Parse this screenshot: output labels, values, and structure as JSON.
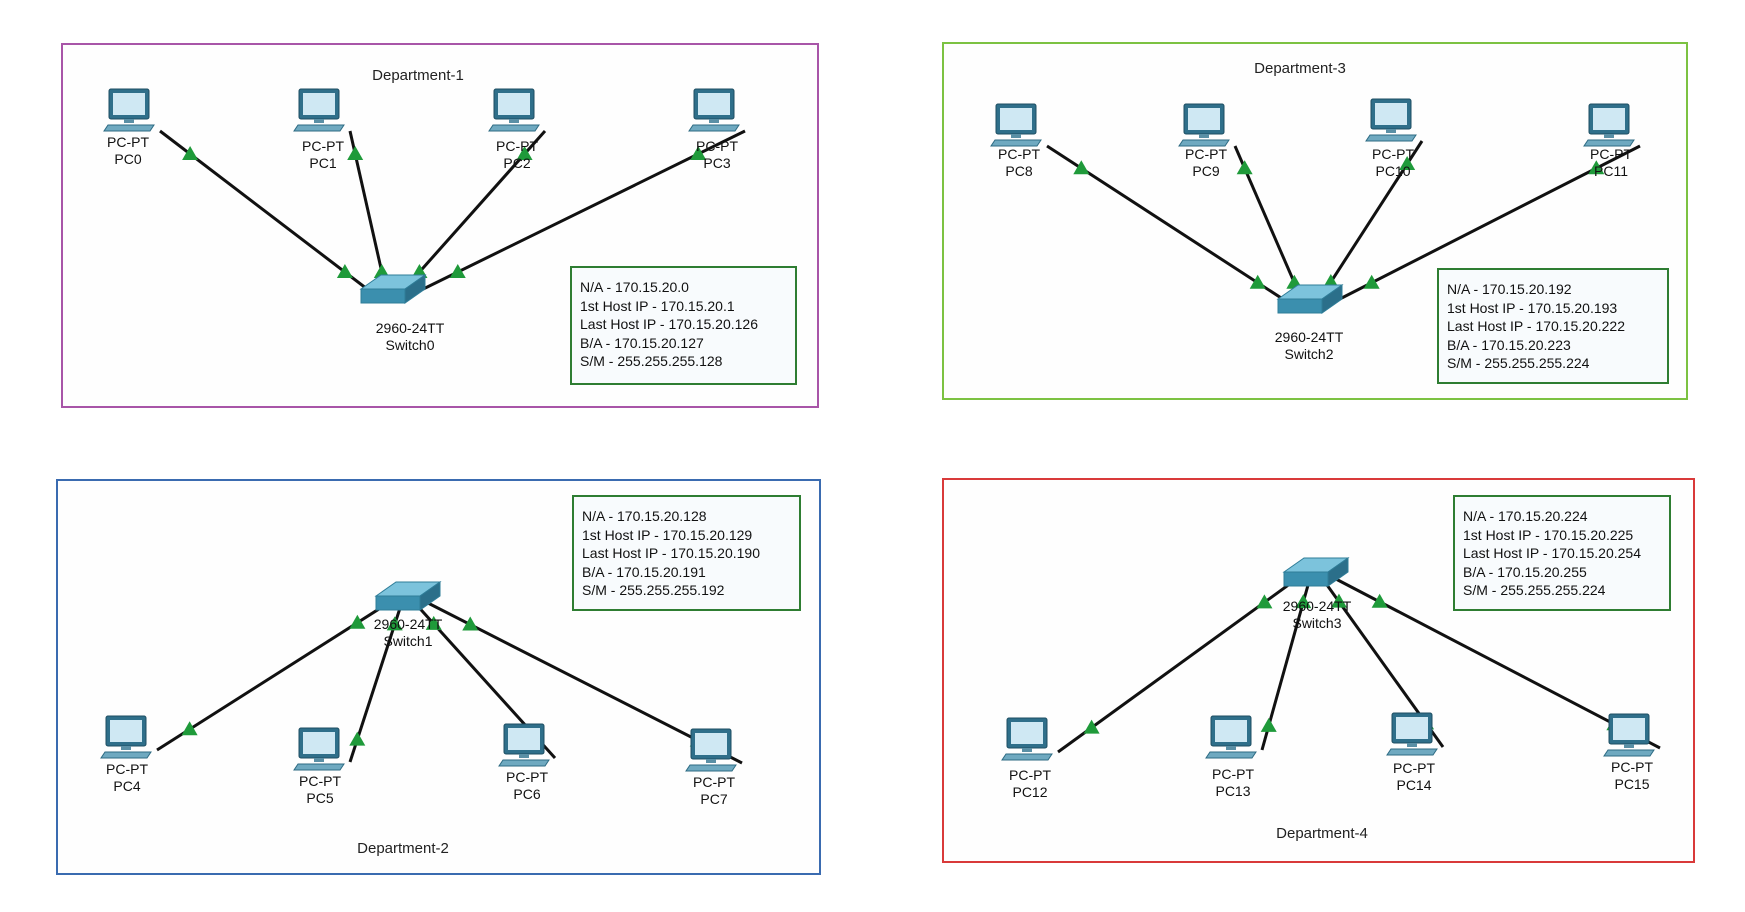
{
  "departments": [
    {
      "title": "Department-1",
      "border_color": "#a855a8",
      "switch": {
        "model": "2960-24TT",
        "name": "Switch0"
      },
      "pcs": [
        {
          "model": "PC-PT",
          "name": "PC0"
        },
        {
          "model": "PC-PT",
          "name": "PC1"
        },
        {
          "model": "PC-PT",
          "name": "PC2"
        },
        {
          "model": "PC-PT",
          "name": "PC3"
        }
      ],
      "info": [
        "N/A - 170.15.20.0",
        "1st Host IP - 170.15.20.1",
        "Last Host IP - 170.15.20.126",
        "B/A - 170.15.20.127",
        "S/M - 255.255.255.128"
      ]
    },
    {
      "title": "Department-3",
      "border_color": "#7cc242",
      "switch": {
        "model": "2960-24TT",
        "name": "Switch2"
      },
      "pcs": [
        {
          "model": "PC-PT",
          "name": "PC8"
        },
        {
          "model": "PC-PT",
          "name": "PC9"
        },
        {
          "model": "PC-PT",
          "name": "PC10"
        },
        {
          "model": "PC-PT",
          "name": "PC11"
        }
      ],
      "info": [
        "N/A - 170.15.20.192",
        "1st Host IP - 170.15.20.193",
        "Last Host IP - 170.15.20.222",
        "B/A - 170.15.20.223",
        "S/M - 255.255.255.224"
      ]
    },
    {
      "title": "Department-2",
      "border_color": "#3a6bb0",
      "switch": {
        "model": "2960-24TT",
        "name": "Switch1"
      },
      "pcs": [
        {
          "model": "PC-PT",
          "name": "PC4"
        },
        {
          "model": "PC-PT",
          "name": "PC5"
        },
        {
          "model": "PC-PT",
          "name": "PC6"
        },
        {
          "model": "PC-PT",
          "name": "PC7"
        }
      ],
      "info": [
        "N/A - 170.15.20.128",
        "1st Host IP - 170.15.20.129",
        "Last Host IP - 170.15.20.190",
        "B/A - 170.15.20.191",
        "S/M - 255.255.255.192"
      ]
    },
    {
      "title": "Department-4",
      "border_color": "#d93a3a",
      "switch": {
        "model": "2960-24TT",
        "name": "Switch3"
      },
      "pcs": [
        {
          "model": "PC-PT",
          "name": "PC12"
        },
        {
          "model": "PC-PT",
          "name": "PC13"
        },
        {
          "model": "PC-PT",
          "name": "PC14"
        },
        {
          "model": "PC-PT",
          "name": "PC15"
        }
      ],
      "info": [
        "N/A - 170.15.20.224",
        "1st Host IP - 170.15.20.225",
        "Last Host IP - 170.15.20.254",
        "B/A - 170.15.20.255",
        "S/M - 255.255.255.224"
      ]
    }
  ],
  "colors": {
    "link": "#111111",
    "link_light": "#1f9a3a",
    "device": "#3b8fae",
    "info_border": "#2e7d32"
  }
}
